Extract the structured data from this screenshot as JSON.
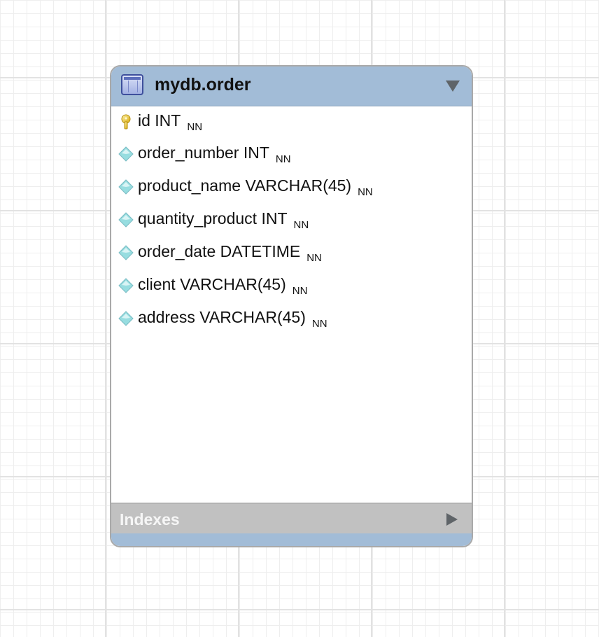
{
  "table": {
    "title": "mydb.order",
    "icon": "table-icon",
    "header_color": "#a2bcd7",
    "columns": [
      {
        "name": "id",
        "type": "INT",
        "flag": "NN",
        "icon": "primary-key-icon"
      },
      {
        "name": "order_number",
        "type": "INT",
        "flag": "NN",
        "icon": "column-diamond-icon"
      },
      {
        "name": "product_name",
        "type": "VARCHAR(45)",
        "flag": "NN",
        "icon": "column-diamond-icon"
      },
      {
        "name": "quantity_product",
        "type": "INT",
        "flag": "NN",
        "icon": "column-diamond-icon"
      },
      {
        "name": "order_date",
        "type": "DATETIME",
        "flag": "NN",
        "icon": "column-diamond-icon"
      },
      {
        "name": "client",
        "type": "VARCHAR(45)",
        "flag": "NN",
        "icon": "column-diamond-icon"
      },
      {
        "name": "address",
        "type": "VARCHAR(45)",
        "flag": "NN",
        "icon": "column-diamond-icon"
      }
    ],
    "indexes": {
      "label": "Indexes",
      "icon": "expand-arrow-icon"
    },
    "collapse_icon": "collapse-arrow-icon"
  }
}
